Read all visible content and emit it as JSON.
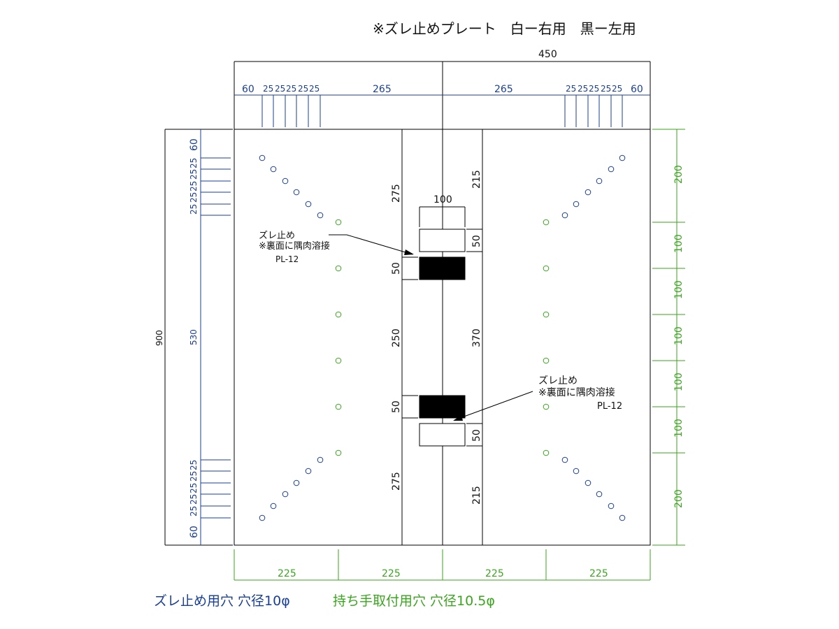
{
  "title": "※ズレ止めプレート　白ー右用　黒ー左用",
  "colors": {
    "line": "#000000",
    "blue": "#1a3f96",
    "green": "#3aa61e"
  },
  "top_dims": {
    "total": "450",
    "left_segments": [
      "60",
      "25",
      "25",
      "25",
      "25",
      "25",
      "265"
    ],
    "right_segments": [
      "265",
      "25",
      "25",
      "25",
      "25",
      "25",
      "60"
    ]
  },
  "left_dims": {
    "total": "900",
    "middle": "530",
    "top_segments": [
      "60",
      "25",
      "25",
      "25",
      "25",
      "25"
    ],
    "bottom_segments": [
      "25",
      "25",
      "25",
      "25",
      "25",
      "60"
    ]
  },
  "right_dims": {
    "segments": [
      "200",
      "100",
      "100",
      "100",
      "100",
      "100",
      "200"
    ]
  },
  "bottom_dims": {
    "segments": [
      "225",
      "225",
      "225",
      "225"
    ]
  },
  "center_dims": {
    "top_plate_width": "100",
    "left_column": [
      "275",
      "50",
      "250",
      "50",
      "275"
    ],
    "right_column": [
      "215",
      "50",
      "370",
      "50",
      "215"
    ]
  },
  "annotations": {
    "upper": {
      "line1": "ズレ止め",
      "line2": "※裏面に隅肉溶接",
      "line3": "PL-12"
    },
    "lower": {
      "line1": "ズレ止め",
      "line2": "※裏面に隅肉溶接",
      "line3": "PL-12"
    }
  },
  "legend": {
    "blue_holes": "ズレ止め用穴 穴径10φ",
    "green_holes": "持ち手取付用穴 穴径10.5φ"
  }
}
